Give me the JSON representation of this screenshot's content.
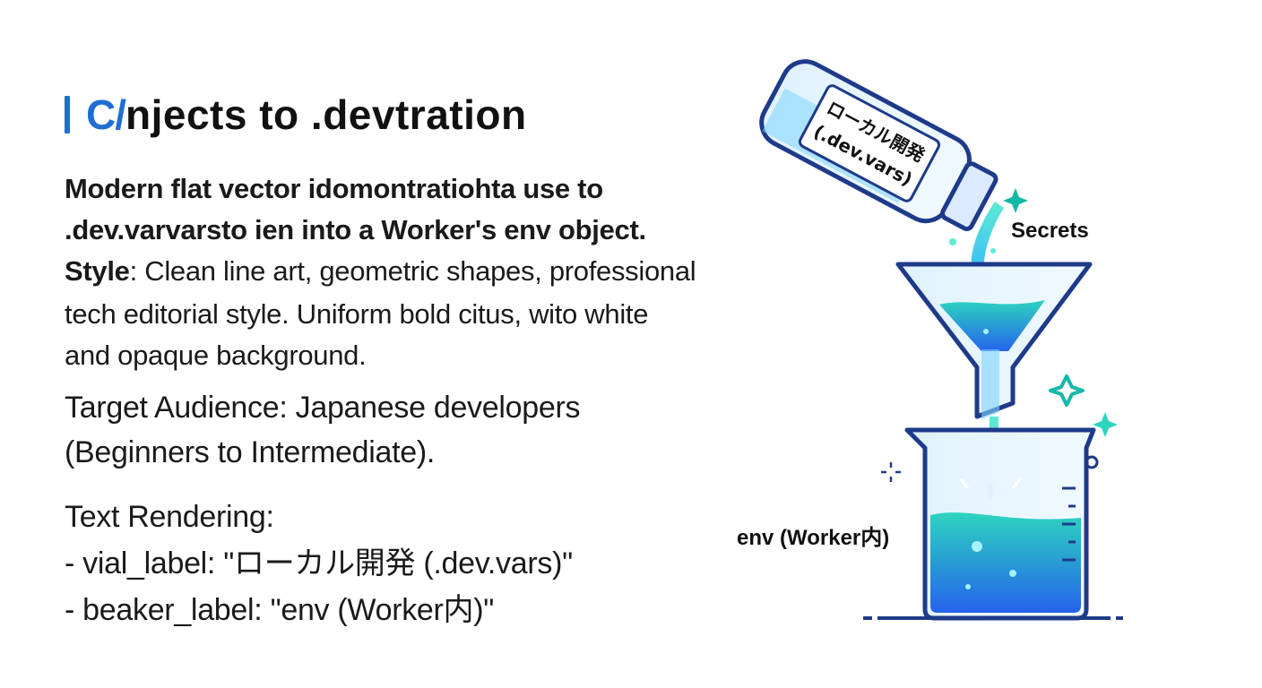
{
  "title": {
    "accent": "C/",
    "text": "njects to .devtration"
  },
  "description": {
    "line1": "Modern flat vector idomontratiohta use to",
    "line2": ".dev.varvarsto ien into a Worker's env object."
  },
  "style": {
    "label": "Style",
    "line1": ": Clean line art, geometric shapes, professional",
    "line2": "tech editorial style. Uniform bold citus, wito white",
    "line3": "and opaque background."
  },
  "audience": {
    "line1": "Target Audience: Japanese developers",
    "line2": "(Beginners to Intermediate)."
  },
  "text_rendering": {
    "heading": "Text Rendering:",
    "vial_line": "- vial_label: \"ローカル開発 (.dev.vars)\"",
    "beaker_line": "- beaker_label: \"env (Worker内)\""
  },
  "illustration": {
    "vial_label_line1": "ローカル開発",
    "vial_label_line2": "(.dev.vars)",
    "secrets_label": "Secrets",
    "beaker_label": "env (Worker内)"
  },
  "colors": {
    "accent_blue": "#1f6fd1",
    "outline_navy": "#1e3a8a",
    "liquid_teal": "#2dd4bf",
    "liquid_blue": "#3b82f6",
    "sparkle_teal": "#14b8a6"
  }
}
